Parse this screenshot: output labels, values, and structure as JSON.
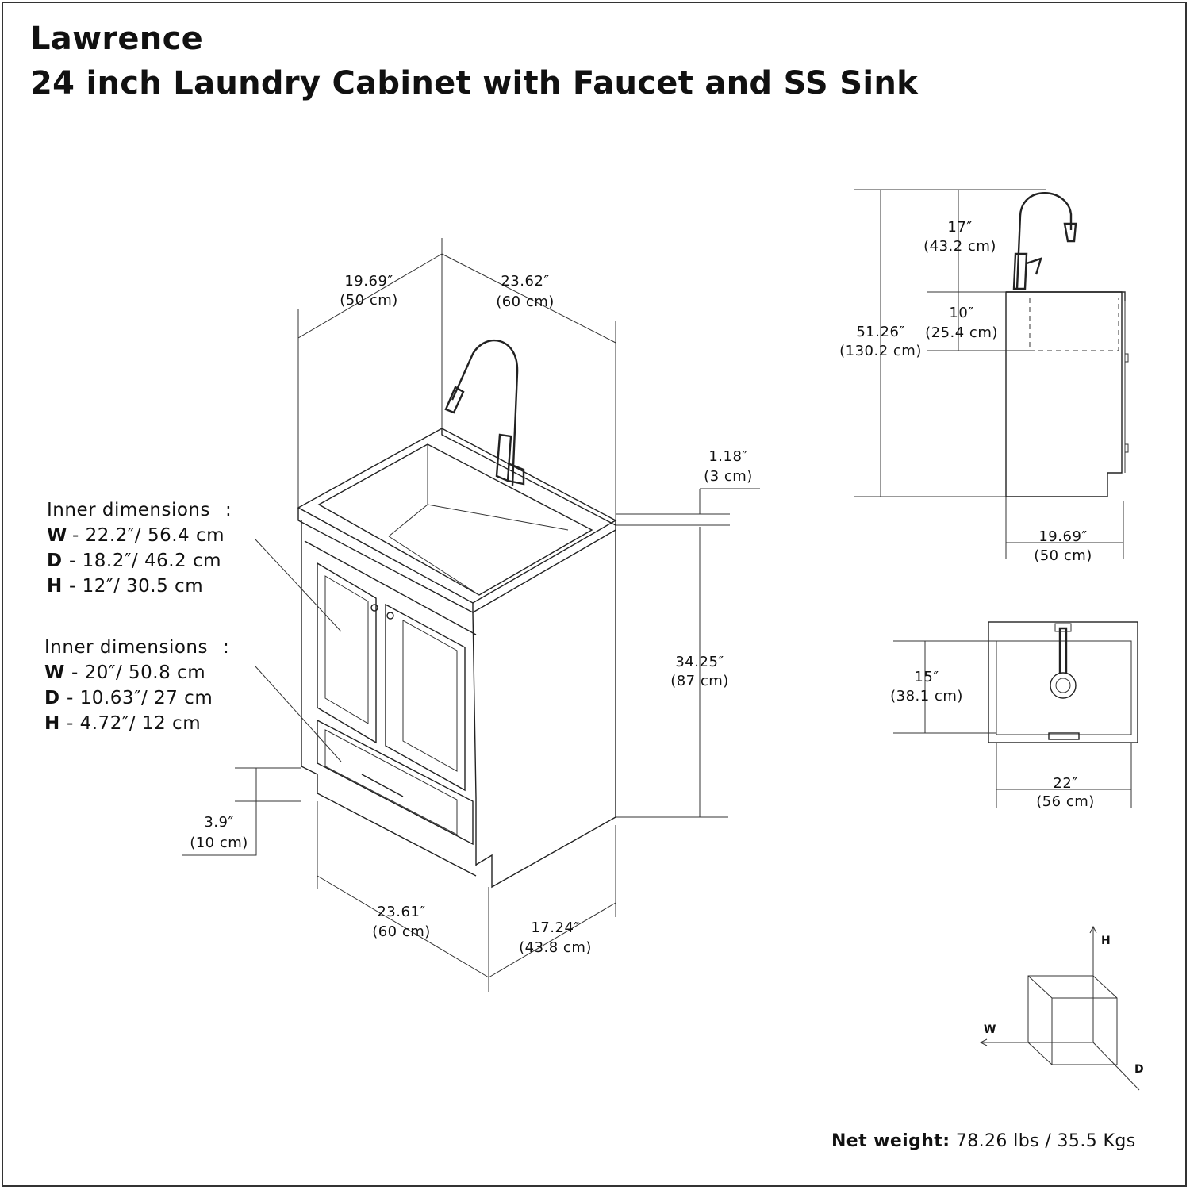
{
  "title": {
    "line1": "Lawrence",
    "line2": "24 inch Laundry Cabinet with Faucet and SS Sink"
  },
  "dimensions": {
    "top_depth": {
      "in": "19.69″",
      "cm": "(50 cm)"
    },
    "top_width": {
      "in": "23.62″",
      "cm": "(60 cm)"
    },
    "counter_thickness": {
      "in": "1.18″",
      "cm": "(3 cm)"
    },
    "cabinet_height": {
      "in": "34.25″",
      "cm": "(87 cm)"
    },
    "toe_kick": {
      "in": "3.9″",
      "cm": "(10 cm)"
    },
    "base_width": {
      "in": "23.61″",
      "cm": "(60 cm)"
    },
    "base_depth": {
      "in": "17.24″",
      "cm": "(43.8 cm)"
    },
    "faucet_height": {
      "in": "17″",
      "cm": "(43.2 cm)"
    },
    "sink_depth": {
      "in": "10″",
      "cm": "(25.4 cm)"
    },
    "total_height": {
      "in": "51.26″",
      "cm": "(130.2 cm)"
    },
    "side_depth": {
      "in": "19.69″",
      "cm": "(50 cm)"
    },
    "sink_front_back": {
      "in": "15″",
      "cm": "(38.1 cm)"
    },
    "sink_width": {
      "in": "22″",
      "cm": "(56 cm)"
    }
  },
  "inner_cabinet": {
    "heading": "Inner dimensions",
    "colon": ":",
    "w_key": "W",
    "w_val": "- 22.2″/ 56.4 cm",
    "d_key": "D",
    "d_val": "- 18.2″/ 46.2 cm",
    "h_key": "H",
    "h_val": "- 12″/ 30.5 cm"
  },
  "inner_drawer": {
    "heading": "Inner dimensions",
    "colon": ":",
    "w_key": "W",
    "w_val": "- 20″/ 50.8 cm",
    "d_key": "D",
    "d_val": "- 10.63″/ 27 cm",
    "h_key": "H",
    "h_val": "- 4.72″/ 12 cm"
  },
  "axes": {
    "h": "H",
    "w": "W",
    "d": "D"
  },
  "weight": {
    "label": "Net weight:",
    "value": "78.26 lbs / 35.5 Kgs"
  }
}
